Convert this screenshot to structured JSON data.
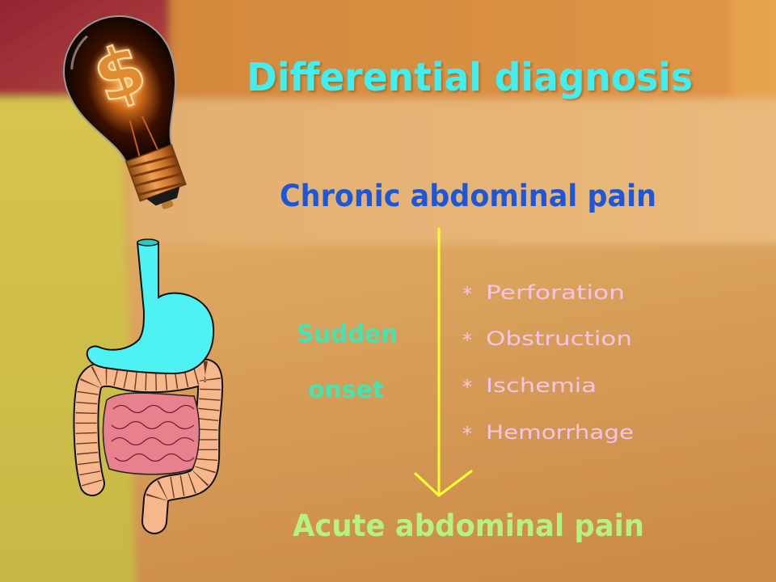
{
  "slide": {
    "title": "Differential diagnosis",
    "from_label": "Chronic abdominal pain",
    "transition": {
      "line1": "Sudden",
      "line2": "onset"
    },
    "causes": {
      "bullet": "*",
      "items": [
        "Perforation",
        "Obstruction",
        "Ischemia",
        "Hemorrhage"
      ]
    },
    "to_label": "Acute abdominal pain"
  },
  "illustrations": {
    "lightbulb": {
      "icon": "lightbulb-icon",
      "symbol": "$"
    },
    "digestive_system": {
      "icon": "stomach-intestines-icon"
    }
  },
  "colors": {
    "title": "#3FEFEF",
    "from_label": "#1E56D8",
    "transition": "#45E3B0",
    "causes": "#F6C4E4",
    "to_label": "#B6F27E",
    "arrow": "#FFFF33"
  }
}
